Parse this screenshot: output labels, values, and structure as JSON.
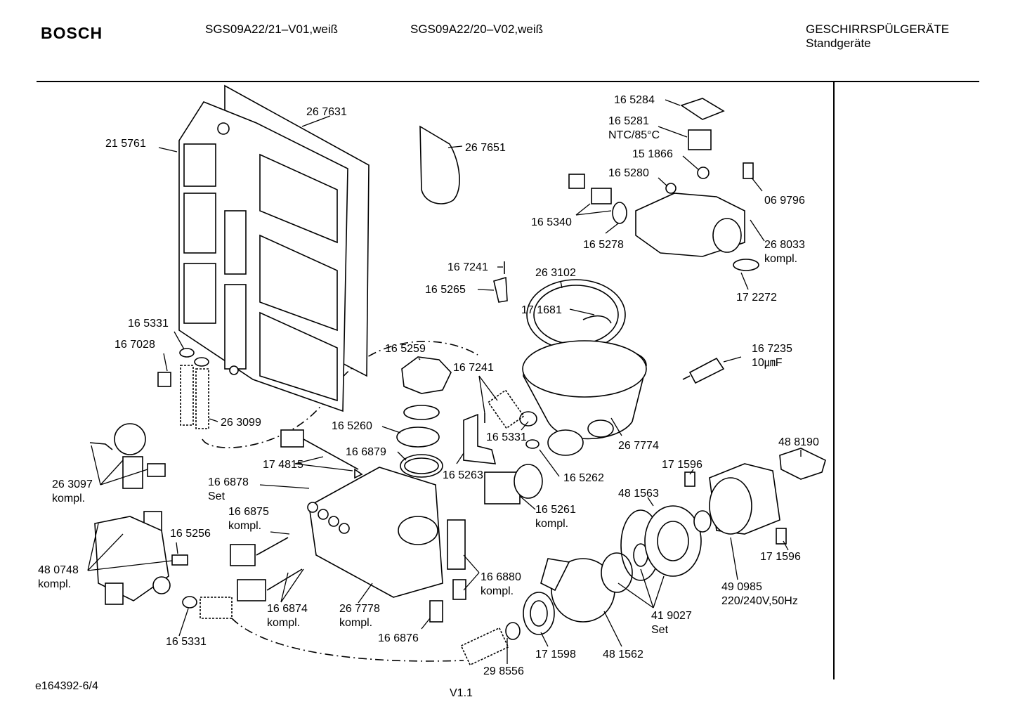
{
  "header": {
    "brand": "BOSCH",
    "model1": "SGS09A22/21–V01,weiß",
    "model2": "SGS09A22/20–V02,weiß",
    "category": "GESCHIRRSPÜLGERÄTE",
    "subcategory": "Standgeräte"
  },
  "footer": {
    "doc_id": "e164392-6/4",
    "version": "V1.1"
  },
  "parts": [
    {
      "id": "p1",
      "lines": [
        "21 5761"
      ]
    },
    {
      "id": "p2",
      "lines": [
        "26 7631"
      ]
    },
    {
      "id": "p3",
      "lines": [
        "26 7651"
      ]
    },
    {
      "id": "p4",
      "lines": [
        "16 5284"
      ]
    },
    {
      "id": "p5",
      "lines": [
        "16 5281",
        "NTC/85°C"
      ]
    },
    {
      "id": "p6",
      "lines": [
        "15 1866"
      ]
    },
    {
      "id": "p7",
      "lines": [
        "16 5280"
      ]
    },
    {
      "id": "p8",
      "lines": [
        "06 9796"
      ]
    },
    {
      "id": "p9",
      "lines": [
        "16 5340"
      ]
    },
    {
      "id": "p10",
      "lines": [
        "16 5278"
      ]
    },
    {
      "id": "p11",
      "lines": [
        "26  8033",
        "kompl."
      ]
    },
    {
      "id": "p12",
      "lines": [
        "16 7241"
      ]
    },
    {
      "id": "p13",
      "lines": [
        "26 3102"
      ]
    },
    {
      "id": "p14",
      "lines": [
        "16 5265"
      ]
    },
    {
      "id": "p15",
      "lines": [
        "17 1681"
      ]
    },
    {
      "id": "p16",
      "lines": [
        "17 2272"
      ]
    },
    {
      "id": "p17",
      "lines": [
        "16 5331"
      ]
    },
    {
      "id": "p18",
      "lines": [
        "16 7028"
      ]
    },
    {
      "id": "p19",
      "lines": [
        "16 5259"
      ]
    },
    {
      "id": "p20",
      "lines": [
        "16 7235",
        "10㎛F"
      ]
    },
    {
      "id": "p21",
      "lines": [
        "16 7241"
      ]
    },
    {
      "id": "p22",
      "lines": [
        "26 3099"
      ]
    },
    {
      "id": "p23",
      "lines": [
        "16 5260"
      ]
    },
    {
      "id": "p24",
      "lines": [
        "16 5331"
      ]
    },
    {
      "id": "p25",
      "lines": [
        "26 7774"
      ]
    },
    {
      "id": "p26",
      "lines": [
        "48 8190"
      ]
    },
    {
      "id": "p27",
      "lines": [
        "16 6879"
      ]
    },
    {
      "id": "p28",
      "lines": [
        "17 4815"
      ]
    },
    {
      "id": "p29",
      "lines": [
        "17 1596"
      ]
    },
    {
      "id": "p30",
      "lines": [
        "26 3097",
        "kompl."
      ]
    },
    {
      "id": "p31",
      "lines": [
        "16 5263"
      ]
    },
    {
      "id": "p32",
      "lines": [
        "16 5262"
      ]
    },
    {
      "id": "p33",
      "lines": [
        "16 6878",
        "Set"
      ]
    },
    {
      "id": "p34",
      "lines": [
        "48 1563"
      ]
    },
    {
      "id": "p35",
      "lines": [
        "16 6875",
        "kompl."
      ]
    },
    {
      "id": "p36",
      "lines": [
        "16 5261",
        "kompl."
      ]
    },
    {
      "id": "p37",
      "lines": [
        "16 5256"
      ]
    },
    {
      "id": "p38",
      "lines": [
        "17 1596"
      ]
    },
    {
      "id": "p39",
      "lines": [
        "48 0748",
        "kompl."
      ]
    },
    {
      "id": "p40",
      "lines": [
        "16 6880",
        "kompl."
      ]
    },
    {
      "id": "p41",
      "lines": [
        "49 0985",
        "220/240V,50Hz"
      ]
    },
    {
      "id": "p42",
      "lines": [
        "16 6874",
        "kompl."
      ]
    },
    {
      "id": "p43",
      "lines": [
        "26 7778",
        "kompl."
      ]
    },
    {
      "id": "p44",
      "lines": [
        "41 9027",
        "Set"
      ]
    },
    {
      "id": "p45",
      "lines": [
        "16 6876"
      ]
    },
    {
      "id": "p46",
      "lines": [
        "16 5331"
      ]
    },
    {
      "id": "p47",
      "lines": [
        "17 1598"
      ]
    },
    {
      "id": "p48",
      "lines": [
        "48 1562"
      ]
    },
    {
      "id": "p49",
      "lines": [
        "29 8556"
      ]
    }
  ]
}
